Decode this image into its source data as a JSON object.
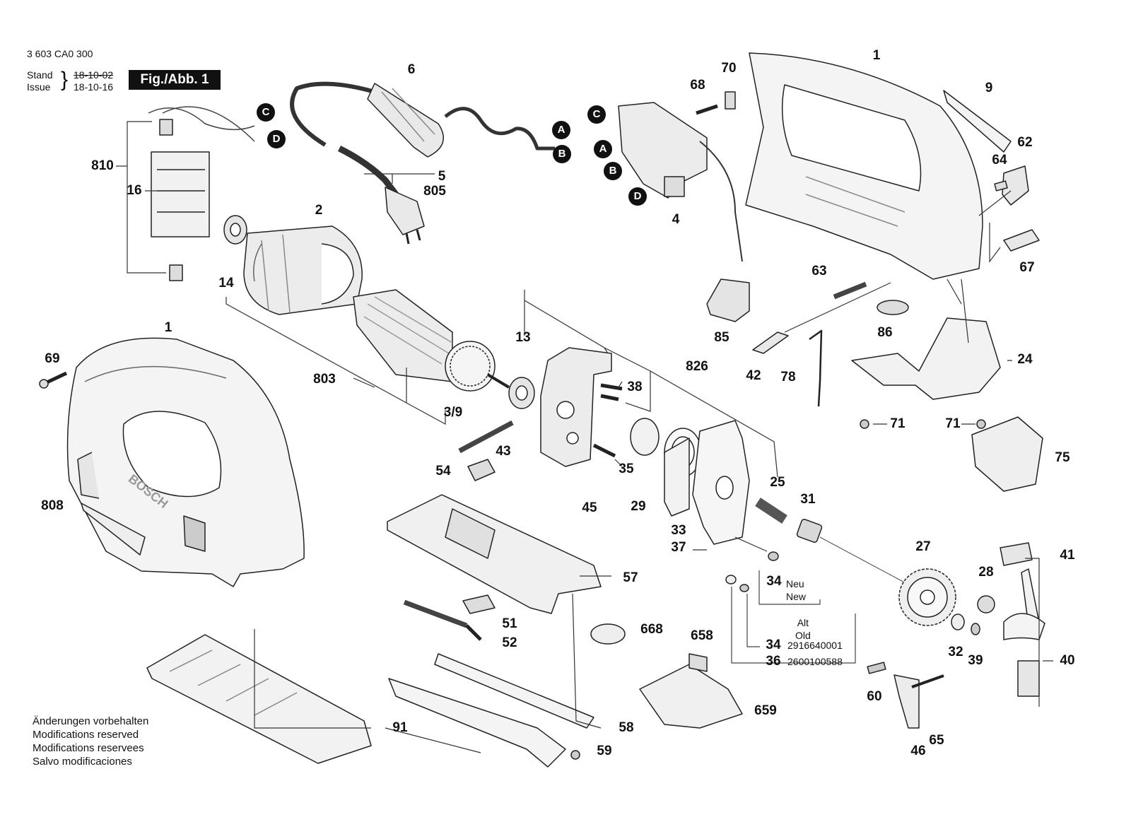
{
  "header": {
    "reference_code": "3 603 CA0 300",
    "stand_label": "Stand",
    "issue_label": "Issue",
    "stand_date": "18-10-02",
    "issue_date": "18-10-16",
    "figure_label": "Fig./Abb. 1"
  },
  "connectors": {
    "a": "A",
    "b": "B",
    "c": "C",
    "d": "D"
  },
  "parts": {
    "p1": "1",
    "p2": "2",
    "p3_9": "3/9",
    "p4": "4",
    "p5": "5",
    "p6": "6",
    "p9": "9",
    "p13": "13",
    "p14": "14",
    "p16": "16",
    "p24": "24",
    "p25": "25",
    "p27": "27",
    "p28": "28",
    "p29": "29",
    "p31": "31",
    "p32": "32",
    "p33": "33",
    "p34": "34",
    "p35": "35",
    "p36": "36",
    "p37": "37",
    "p38": "38",
    "p39": "39",
    "p40": "40",
    "p41": "41",
    "p42": "42",
    "p43": "43",
    "p45": "45",
    "p46": "46",
    "p51": "51",
    "p52": "52",
    "p54": "54",
    "p57": "57",
    "p58": "58",
    "p59": "59",
    "p60": "60",
    "p62": "62",
    "p63": "63",
    "p64": "64",
    "p65": "65",
    "p67": "67",
    "p68": "68",
    "p69": "69",
    "p70": "70",
    "p71": "71",
    "p75": "75",
    "p78": "78",
    "p85": "85",
    "p86": "86",
    "p91": "91",
    "p658": "658",
    "p659": "659",
    "p668": "668",
    "p803": "803",
    "p805": "805",
    "p808": "808",
    "p810": "810",
    "p826": "826"
  },
  "notes": {
    "neu": "Neu",
    "new": "New",
    "alt": "Alt",
    "old": "Old",
    "pn_34_old": "2916640001",
    "pn_36_old": "2600100588"
  },
  "footer": {
    "line1": "Änderungen vorbehalten",
    "line2": "Modifications reserved",
    "line3": "Modifications reservees",
    "line4": "Salvo modificaciones"
  }
}
